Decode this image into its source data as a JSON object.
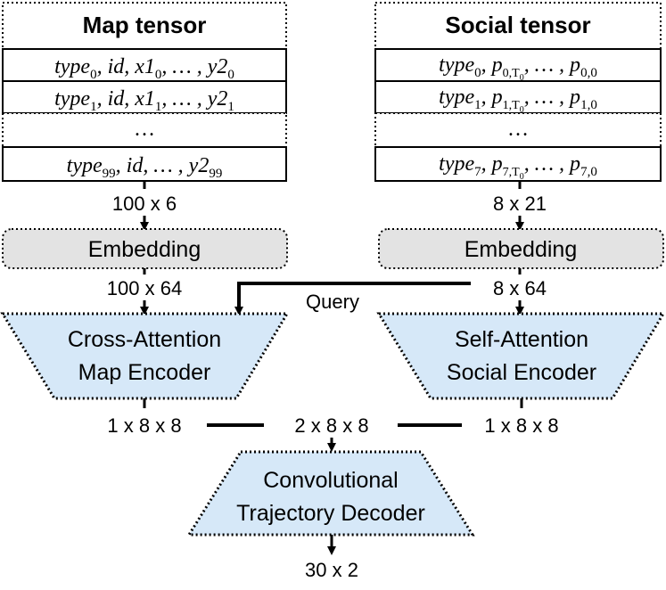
{
  "map_tensor": {
    "title": "Map tensor",
    "rows": [
      {
        "base": "type",
        "sub": "0",
        "mid": ", id, x1",
        "sub2": "0",
        "tail": ", … , y2",
        "sub3": "0"
      },
      {
        "base": "type",
        "sub": "1",
        "mid": ", id, x1",
        "sub2": "1",
        "tail": ", … , y2",
        "sub3": "1"
      },
      {
        "ellipsis": "…"
      },
      {
        "base": "type",
        "sub": "99",
        "mid": ", id, … , y2",
        "sub2": "99"
      }
    ],
    "shape": "100 x 6"
  },
  "social_tensor": {
    "title": "Social tensor",
    "rows": [
      {
        "base": "type",
        "sub": "0",
        "mid": ", p",
        "sub2": "0,T",
        "subsub": "0",
        "tail": ", … , p",
        "sub3": "0,0"
      },
      {
        "base": "type",
        "sub": "1",
        "mid": ", p",
        "sub2": "1,T",
        "subsub": "0",
        "tail": ", … , p",
        "sub3": "1,0"
      },
      {
        "ellipsis": "…"
      },
      {
        "base": "type",
        "sub": "7",
        "mid": ", p",
        "sub2": "7,T",
        "subsub": "0",
        "tail": ", … , p",
        "sub3": "7,0"
      }
    ],
    "shape": "8 x 21"
  },
  "embedding_left": {
    "label": "Embedding",
    "shape": "100 x 64"
  },
  "embedding_right": {
    "label": "Embedding",
    "shape": "8 x 64"
  },
  "query_label": "Query",
  "cross_attention": {
    "line1": "Cross-Attention",
    "line2": "Map Encoder",
    "output": "1 x 8 x 8"
  },
  "self_attention": {
    "line1": "Self-Attention",
    "line2": "Social Encoder",
    "output": "1 x 8 x 8"
  },
  "concat_shape": "2 x 8 x 8",
  "decoder": {
    "line1": "Convolutional",
    "line2": "Trajectory Decoder",
    "output": "30 x 2"
  },
  "colors": {
    "encoder_fill": "#d6e8f8",
    "embedding_fill": "#e3e3e3",
    "stroke": "#000000"
  }
}
